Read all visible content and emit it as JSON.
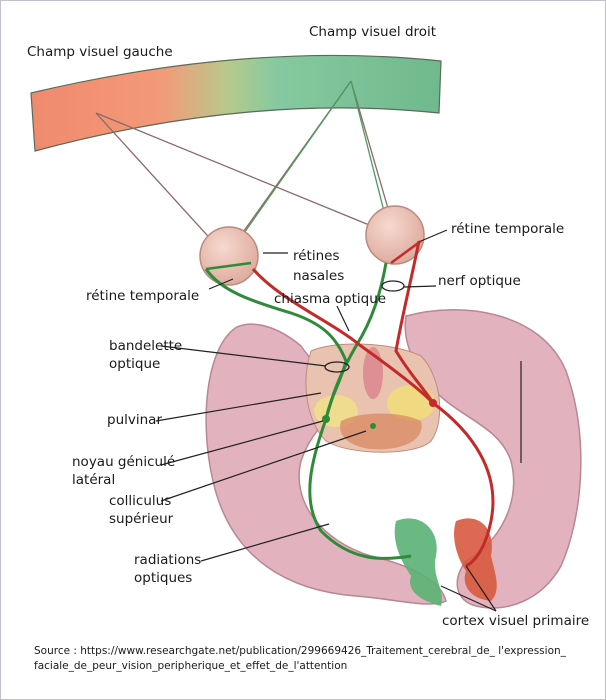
{
  "labels": {
    "left_field": "Champ visuel gauche",
    "right_field": "Champ visuel droit",
    "temporal_retina_right": "rétine temporale",
    "nasal_retinas": "rétines\nnasales",
    "temporal_retina_left": "rétine temporale",
    "optic_nerve": "nerf optique",
    "optic_chiasm": "chiasma optique",
    "optic_tract": "bandelette\noptique",
    "pulvinar": "pulvinar",
    "lgn": "noyau géniculé\nlatéral",
    "superior_colliculus": "colliculus\nsupérieur",
    "optic_radiations": "radiations\noptiques",
    "primary_visual_cortex": "cortex visuel primaire"
  },
  "source": {
    "line1": "Source : https://www.researchgate.net/publication/299669426_Traitement_cerebral_de_ l'expression_",
    "line2": "faciale_de_peur_vision_peripherique_et_effet_de_l'attention"
  },
  "colors": {
    "left_field": "#f08a6e",
    "right_field": "#7cc49b",
    "green_pathway": "#2f8a3a",
    "red_pathway": "#c42a2a",
    "brain": "#e2b3be",
    "sight_lines": "#8c6a6a"
  }
}
